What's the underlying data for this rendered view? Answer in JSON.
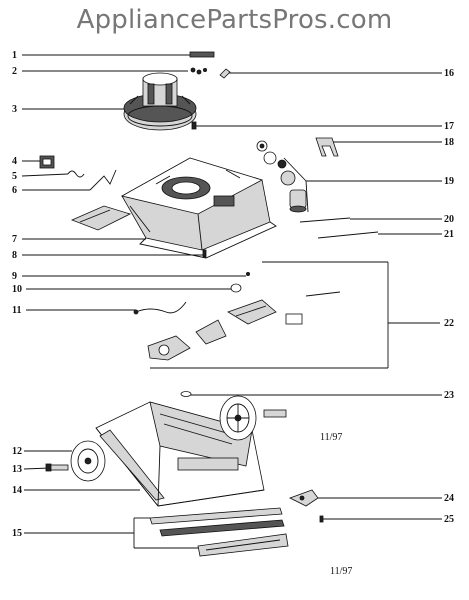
{
  "watermark": "AppliancePartsPros.com",
  "part_numbers": [
    "1",
    "2",
    "3",
    "4",
    "5",
    "6",
    "7",
    "8",
    "9",
    "10",
    "11",
    "12",
    "13",
    "14",
    "15",
    "16",
    "17",
    "18",
    "19",
    "20",
    "21",
    "22",
    "23",
    "24",
    "25"
  ],
  "dates": [
    "11/97",
    "11/97"
  ]
}
